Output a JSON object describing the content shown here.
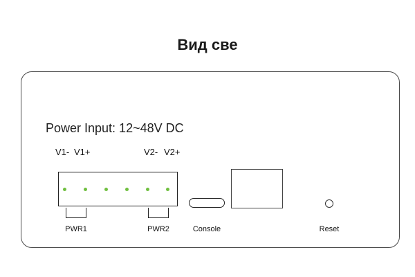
{
  "title": "Вид све",
  "power_input": "Power Input: 12~48V DC",
  "terminal": {
    "v1_minus": "V1-",
    "v1_plus": "V1+",
    "v2_minus": "V2-",
    "v2_plus": "V2+",
    "pin_color": "#6fbf3f"
  },
  "labels": {
    "pwr1": "PWR1",
    "pwr2": "PWR2",
    "console": "Console",
    "reset": "Reset"
  }
}
